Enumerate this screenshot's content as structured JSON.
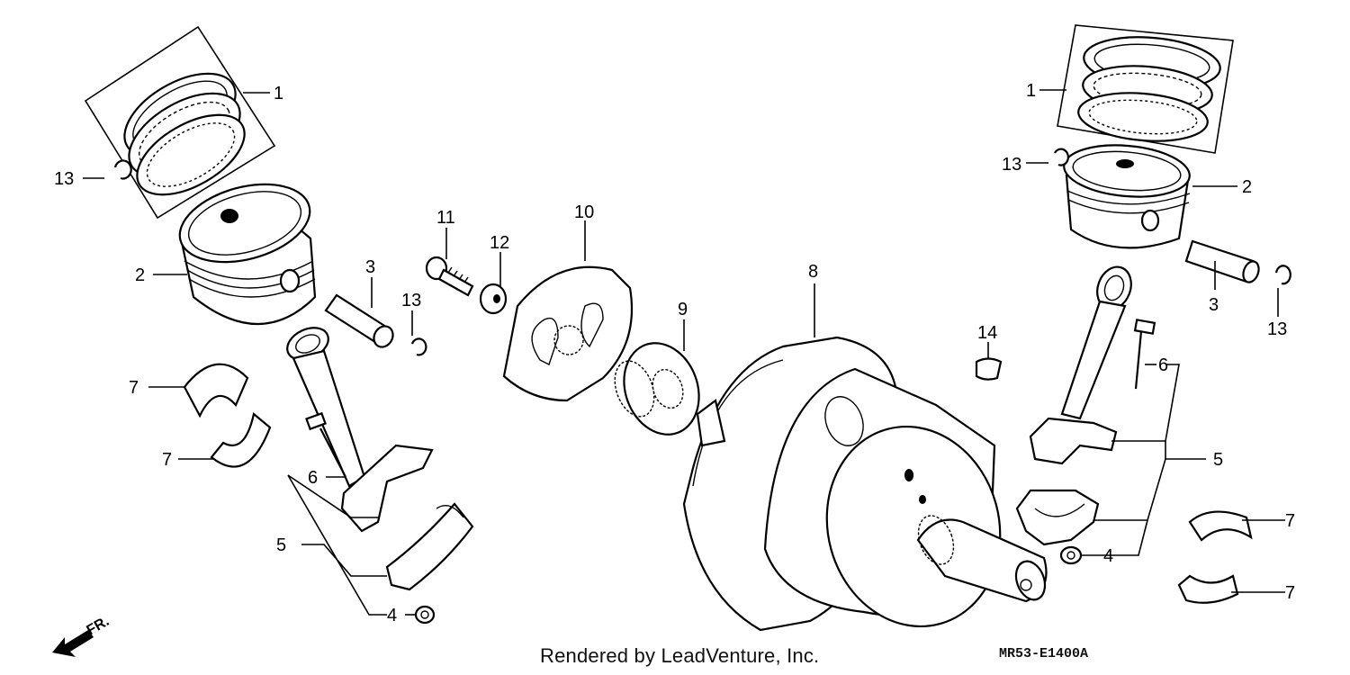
{
  "diagram": {
    "front_marker": "FR.",
    "labels": {
      "l1": "1",
      "l2": "2",
      "l3": "3",
      "l13a": "13",
      "l13b": "13",
      "l7a": "7",
      "l7b": "7",
      "l6": "6",
      "l5": "5",
      "l4": "4",
      "l11": "11",
      "l12": "12",
      "l10": "10",
      "l9": "9",
      "l8": "8",
      "r1": "1",
      "r13a": "13",
      "r2": "2",
      "r3": "3",
      "r13b": "13",
      "r14": "14",
      "r6": "6",
      "r5": "5",
      "r4": "4",
      "r7a": "7",
      "r7b": "7"
    },
    "credit": "Rendered by LeadVenture, Inc.",
    "diagram_code": "MR53-E1400A"
  }
}
